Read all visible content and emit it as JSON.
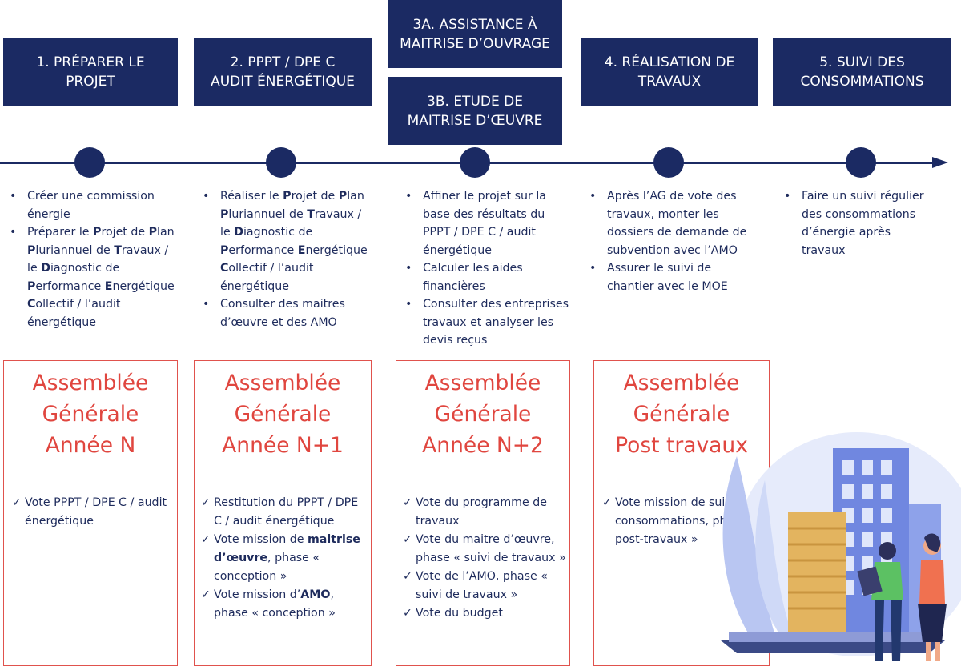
{
  "stages": [
    {
      "label": "1. PRÉPARER LE\nPROJET"
    },
    {
      "label": "2. PPPT / DPE C\nAUDIT ÉNERGÉTIQUE"
    },
    {
      "label": "3A. ASSISTANCE À\nMAITRISE D’OUVRAGE"
    },
    {
      "label": "3B. ETUDE DE\nMAITRISE D’ŒUVRE"
    },
    {
      "label": "4. RÉALISATION DE\nTRAVAUX"
    },
    {
      "label": "5. SUIVI DES\nCONSOMMATIONS"
    }
  ],
  "columns": [
    {
      "bullets": [
        {
          "parts": [
            "Créer une commission énergie"
          ]
        },
        {
          "parts": [
            "Préparer le ",
            "P",
            "rojet de ",
            "P",
            "lan ",
            "P",
            "luriannuel de ",
            "T",
            "ravaux / le ",
            "D",
            "iagnostic de ",
            "P",
            "erformance ",
            "E",
            "nergétique ",
            "C",
            "ollectif / l’audit énergétique"
          ]
        }
      ]
    },
    {
      "bullets": [
        {
          "parts": [
            "Réaliser le ",
            "P",
            "rojet de ",
            "P",
            "lan ",
            "P",
            "luriannuel de ",
            "T",
            "ravaux / le ",
            "D",
            "iagnostic de ",
            "P",
            "erformance ",
            "E",
            "nergétique ",
            "C",
            "ollectif / l’audit énergétique"
          ]
        },
        {
          "parts": [
            "Consulter des maitres d’œuvre et des AMO"
          ]
        }
      ]
    },
    {
      "bullets": [
        {
          "parts": [
            "Affiner le projet sur la base des résultats du PPPT / DPE C / audit énergétique"
          ]
        },
        {
          "parts": [
            "Calculer les aides financières"
          ]
        },
        {
          "parts": [
            "Consulter des entreprises travaux et analyser les devis reçus"
          ]
        }
      ]
    },
    {
      "bullets": [
        {
          "parts": [
            "Après l’AG de vote des travaux, monter les dossiers de demande de subvention avec l’AMO"
          ]
        },
        {
          "parts": [
            "Assurer le suivi de chantier avec le MOE"
          ]
        }
      ]
    },
    {
      "bullets": [
        {
          "parts": [
            "Faire un suivi régulier des consommations d’énergie après travaux"
          ]
        }
      ]
    }
  ],
  "assemblies": [
    {
      "title": "Assemblée\nGénérale\nAnnée N",
      "votes": [
        {
          "parts": [
            "Vote PPPT / DPE C / audit énergétique"
          ]
        }
      ]
    },
    {
      "title": "Assemblée\nGénérale\nAnnée N+1",
      "votes": [
        {
          "parts": [
            "Restitution du PPPT / DPE C / audit énergétique"
          ]
        },
        {
          "parts": [
            "Vote mission de ",
            "maitrise d’œuvre",
            ", phase « conception »"
          ]
        },
        {
          "parts": [
            "Vote mission d’",
            "AMO",
            ", phase « conception »"
          ]
        }
      ]
    },
    {
      "title": "Assemblée\nGénérale\nAnnée N+2",
      "votes": [
        {
          "parts": [
            "Vote du programme de travaux"
          ]
        },
        {
          "parts": [
            "Vote du maitre d’œuvre, phase « suivi de travaux »"
          ]
        },
        {
          "parts": [
            "Vote de l’AMO, phase « suivi de travaux »"
          ]
        },
        {
          "parts": [
            "Vote du budget"
          ]
        }
      ]
    },
    {
      "title": "Assemblée\nGénérale\nPost travaux",
      "votes": [
        {
          "parts": [
            "Vote mission de suivi des consommations, phase « post-travaux »"
          ]
        }
      ]
    }
  ],
  "colors": {
    "navy": "#1b2a63",
    "red": "#e0463f"
  },
  "icons": [
    "building-illustration"
  ]
}
